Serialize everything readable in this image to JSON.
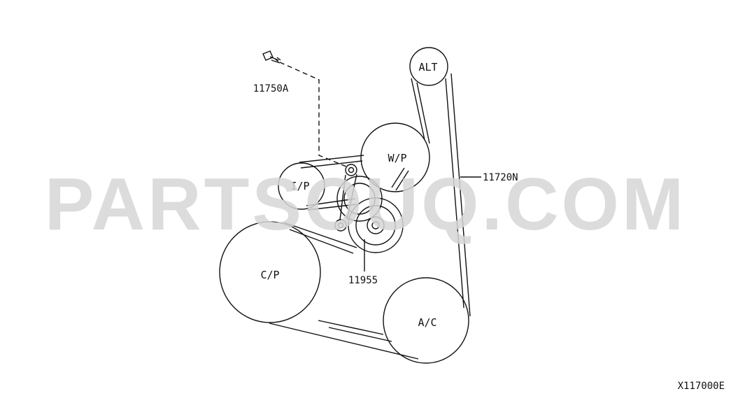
{
  "pulleys": {
    "alt": "ALT",
    "wp": "W/P",
    "ip": "I/P",
    "cp": "C/P",
    "ac": "A/C"
  },
  "parts": {
    "bolt": "11750A",
    "belt": "11720N",
    "tensioner": "11955"
  },
  "diagram_code": "X117000E",
  "watermark": "PARTSOUQ.COM",
  "colors": {
    "line": "#111111",
    "watermark": "#d7d7d7"
  }
}
